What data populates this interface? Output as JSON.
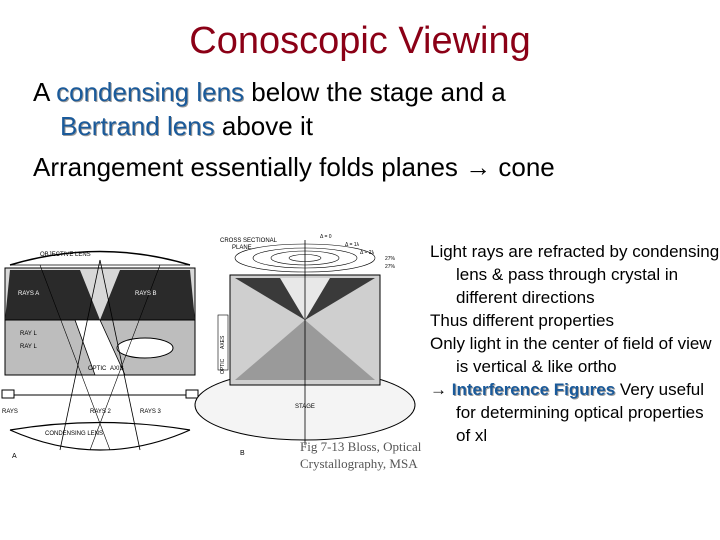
{
  "title": "Conoscopic Viewing",
  "intro": {
    "prefix": "A ",
    "condensing": "condensing lens",
    "middle": " below the stage and a",
    "bertrand": "Bertrand lens",
    "suffix": " above it"
  },
  "arrangement": {
    "text": "Arrangement essentially folds planes",
    "arrow": "→",
    "end": "cone"
  },
  "caption": {
    "line1": "Fig 7-13 Bloss, Optical",
    "line2": "Crystallography, MSA"
  },
  "figure_labels": {
    "objective_lens": "OBJECTIVE LENS",
    "cross_sectional": "CROSS SECTIONAL",
    "plane": "PLANE",
    "rays_a": "RAYS A",
    "rays_b": "RAYS B",
    "ray_l": "RAY L",
    "ray_l2": "RAY L",
    "condensing_lens": "CONDENSING LENS",
    "rays": "RAYS",
    "rays2": "RAYS 2",
    "rays3": "RAYS 3",
    "optic": "OPTIC",
    "axis": "AXIS",
    "axes": "AXES",
    "optic2": "OPTIC",
    "stage": "STAGE",
    "a": "A",
    "b": "B",
    "delta0": "Δ = 0",
    "d1": "Δ = 1λ",
    "d2": "Δ = 2λ",
    "p1": "27%",
    "p2": "27%"
  },
  "right": {
    "p1": "Light rays are refracted by condensing lens & pass through crystal in different directions",
    "p2": "Thus different properties",
    "p3": "Only light in the center of field of view is vertical & like ortho",
    "p4_arrow": "→",
    "p4_kw": "Interference Figures",
    "p4_rest": "Very useful for determining optical properties of xl"
  }
}
